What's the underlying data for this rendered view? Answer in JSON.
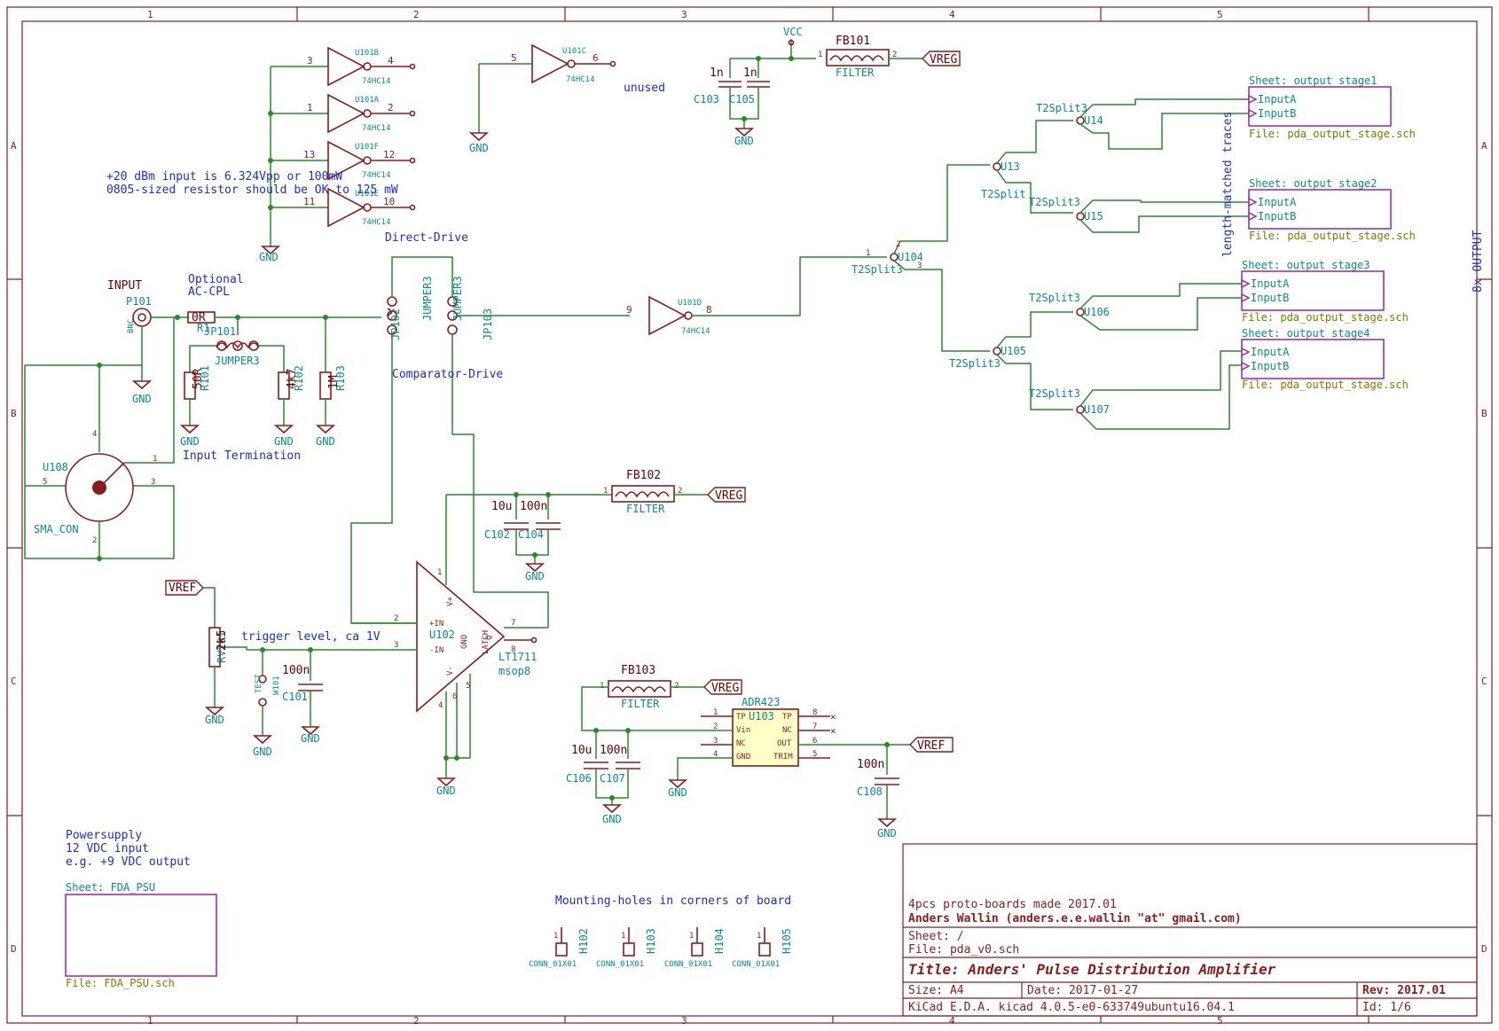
{
  "frame": {
    "cols": [
      "1",
      "2",
      "3",
      "4",
      "5"
    ],
    "rows": [
      "A",
      "B",
      "C",
      "D"
    ]
  },
  "notes": {
    "input_power_1": "+20 dBm input is 6.324Vpp or 100mW",
    "input_power_2": "0805-sized resistor should be OK to 125 mW",
    "direct_drive": "Direct-Drive",
    "comparator_drive": "Comparator-Drive",
    "input": "INPUT",
    "optional_1": "Optional",
    "optional_2": "AC-CPL",
    "input_termination": "Input Termination",
    "unused": "unused",
    "trigger_level": "trigger level, ca 1V",
    "length_matched": "length-matched traces",
    "output_8x": "8x OUTPUT",
    "mounting_holes": "Mounting-holes in corners of board",
    "psu_1": "Powersupply",
    "psu_2": "12 VDC input",
    "psu_3": "e.g. +9 VDC output"
  },
  "inverters": {
    "u101b": "U101B",
    "u101a": "U101A",
    "u101f": "U101F",
    "u101e": "U101E",
    "u101c": "U101C",
    "u101d": "U101D",
    "part": "74HC14",
    "pin3": "3",
    "pin4": "4",
    "pin1": "1",
    "pin2": "2",
    "pin13": "13",
    "pin12": "12",
    "pin11": "11",
    "pin10": "10",
    "pin5": "5",
    "pin6": "6",
    "pin9": "9",
    "pin8": "8"
  },
  "labels": {
    "gnd": "GND",
    "vcc": "VCC",
    "vreg": "VREG",
    "vref": "VREF"
  },
  "components": {
    "fb101": "FB101",
    "fb102": "FB102",
    "fb103": "FB103",
    "filter": "FILTER",
    "c103": "C103",
    "c105": "C105",
    "c103v": "1n",
    "c105v": "1n",
    "c102": "C102",
    "c104": "C104",
    "c102v": "10u",
    "c104v": "100n",
    "c101": "C101",
    "c101v": "100n",
    "c106": "C106",
    "c107": "C107",
    "c106v": "10u",
    "c107v": "100n",
    "c108": "C108",
    "c108v": "100n",
    "p101": "P101",
    "bnc": "BNC",
    "r1": "R1",
    "r1v": "0R",
    "jp101": "JP101",
    "jumper3": "JUMPER3",
    "r101": "R101",
    "r101v": "50R",
    "r102": "R102",
    "r102v": "4k7",
    "r103": "R103",
    "r103v": "1M",
    "jp102": "JP102",
    "jp103": "JP103",
    "u108": "U108",
    "sma": "SMA_CON",
    "rv101": "RV101",
    "rv101v": "2k5",
    "test": "TEST",
    "w101": "W101",
    "u102": "U102",
    "lt1711": "LT1711",
    "msop8": "msop8",
    "in_p": "+IN",
    "in_n": "-IN",
    "vplus": "V+",
    "vminus": "V-",
    "gnd_pin": "GND",
    "latch": "LATCH",
    "q": "Q",
    "nq": "Q",
    "adr423": "ADR423",
    "u103": "U103",
    "tp": "TP",
    "vin": "Vin",
    "nc": "NC",
    "out": "OUT",
    "trim": "TRIM"
  },
  "splitters": {
    "t2split3": "T2Split3",
    "t2split": "T2Split",
    "u104": "U104",
    "u13": "U13",
    "u14": "U14",
    "u15": "U15",
    "u105": "U105",
    "u106": "U106",
    "u107": "U107"
  },
  "sheets": [
    {
      "name": "Sheet: output_stage1",
      "file": "File: pda_output_stage.sch",
      "in_a": "InputA",
      "in_b": "InputB"
    },
    {
      "name": "Sheet: output_stage2",
      "file": "File: pda_output_stage.sch",
      "in_a": "InputA",
      "in_b": "InputB"
    },
    {
      "name": "Sheet: output_stage3",
      "file": "File: pda_output_stage.sch",
      "in_a": "InputA",
      "in_b": "InputB"
    },
    {
      "name": "Sheet: output_stage4",
      "file": "File: pda_output_stage.sch",
      "in_a": "InputA",
      "in_b": "InputB"
    }
  ],
  "psu_sheet": {
    "name": "Sheet: FDA_PSU",
    "file": "File: FDA_PSU.sch"
  },
  "mounting": {
    "h102": "H102",
    "h103": "H103",
    "h104": "H104",
    "h105": "H105",
    "conn": "CONN_01X01"
  },
  "titleblock": {
    "comment": "4pcs proto-boards made 2017.01",
    "author": "Anders Wallin (anders.e.e.wallin \"at\" gmail.com)",
    "sheet": "Sheet: /",
    "file": "File: pda_v0.sch",
    "title": "Title: Anders' Pulse Distribution Amplifier",
    "size": "Size: A4",
    "date": "Date: 2017-01-27",
    "rev": "Rev: 2017.01",
    "tool": "KiCad E.D.A.  kicad 4.0.5-e0-633749ubuntu16.04.1",
    "id": "Id: 1/6"
  }
}
